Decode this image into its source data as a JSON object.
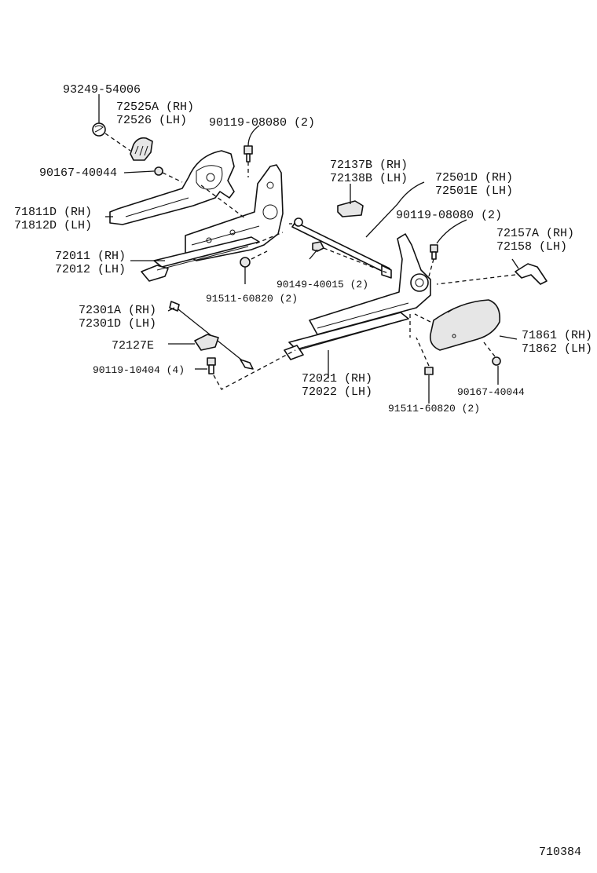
{
  "labels": {
    "p93249": "93249-54006",
    "p72525A": "72525A (RH)",
    "p72526": "72526  (LH)",
    "p90119a": "90119-08080 (2)",
    "p90167a": "90167-40044",
    "p71811D": "71811D (RH)",
    "p71812D": "71812D (LH)",
    "p72137B": "72137B (RH)",
    "p72138B": "72138B (LH)",
    "p72501D": "72501D (RH)",
    "p72501E": "72501E (LH)",
    "p90119b": "90119-08080 (2)",
    "p72157A": "72157A (RH)",
    "p72158": "72158   (LH)",
    "p72011": "72011 (RH)",
    "p72012": "72012 (LH)",
    "p90149": "90149-40015 (2)",
    "p91511a": "91511-60820 (2)",
    "p72301A": "72301A (RH)",
    "p72301D": "72301D (LH)",
    "p72127E": "72127E",
    "p90119c": "90119-10404 (4)",
    "p72021": "72021 (RH)",
    "p72022": "72022 (LH)",
    "p71861": "71861 (RH)",
    "p71862": "71862 (LH)",
    "p90167b": "90167-40044",
    "p91511b": "91511-60820 (2)",
    "figure_id": "710384"
  }
}
